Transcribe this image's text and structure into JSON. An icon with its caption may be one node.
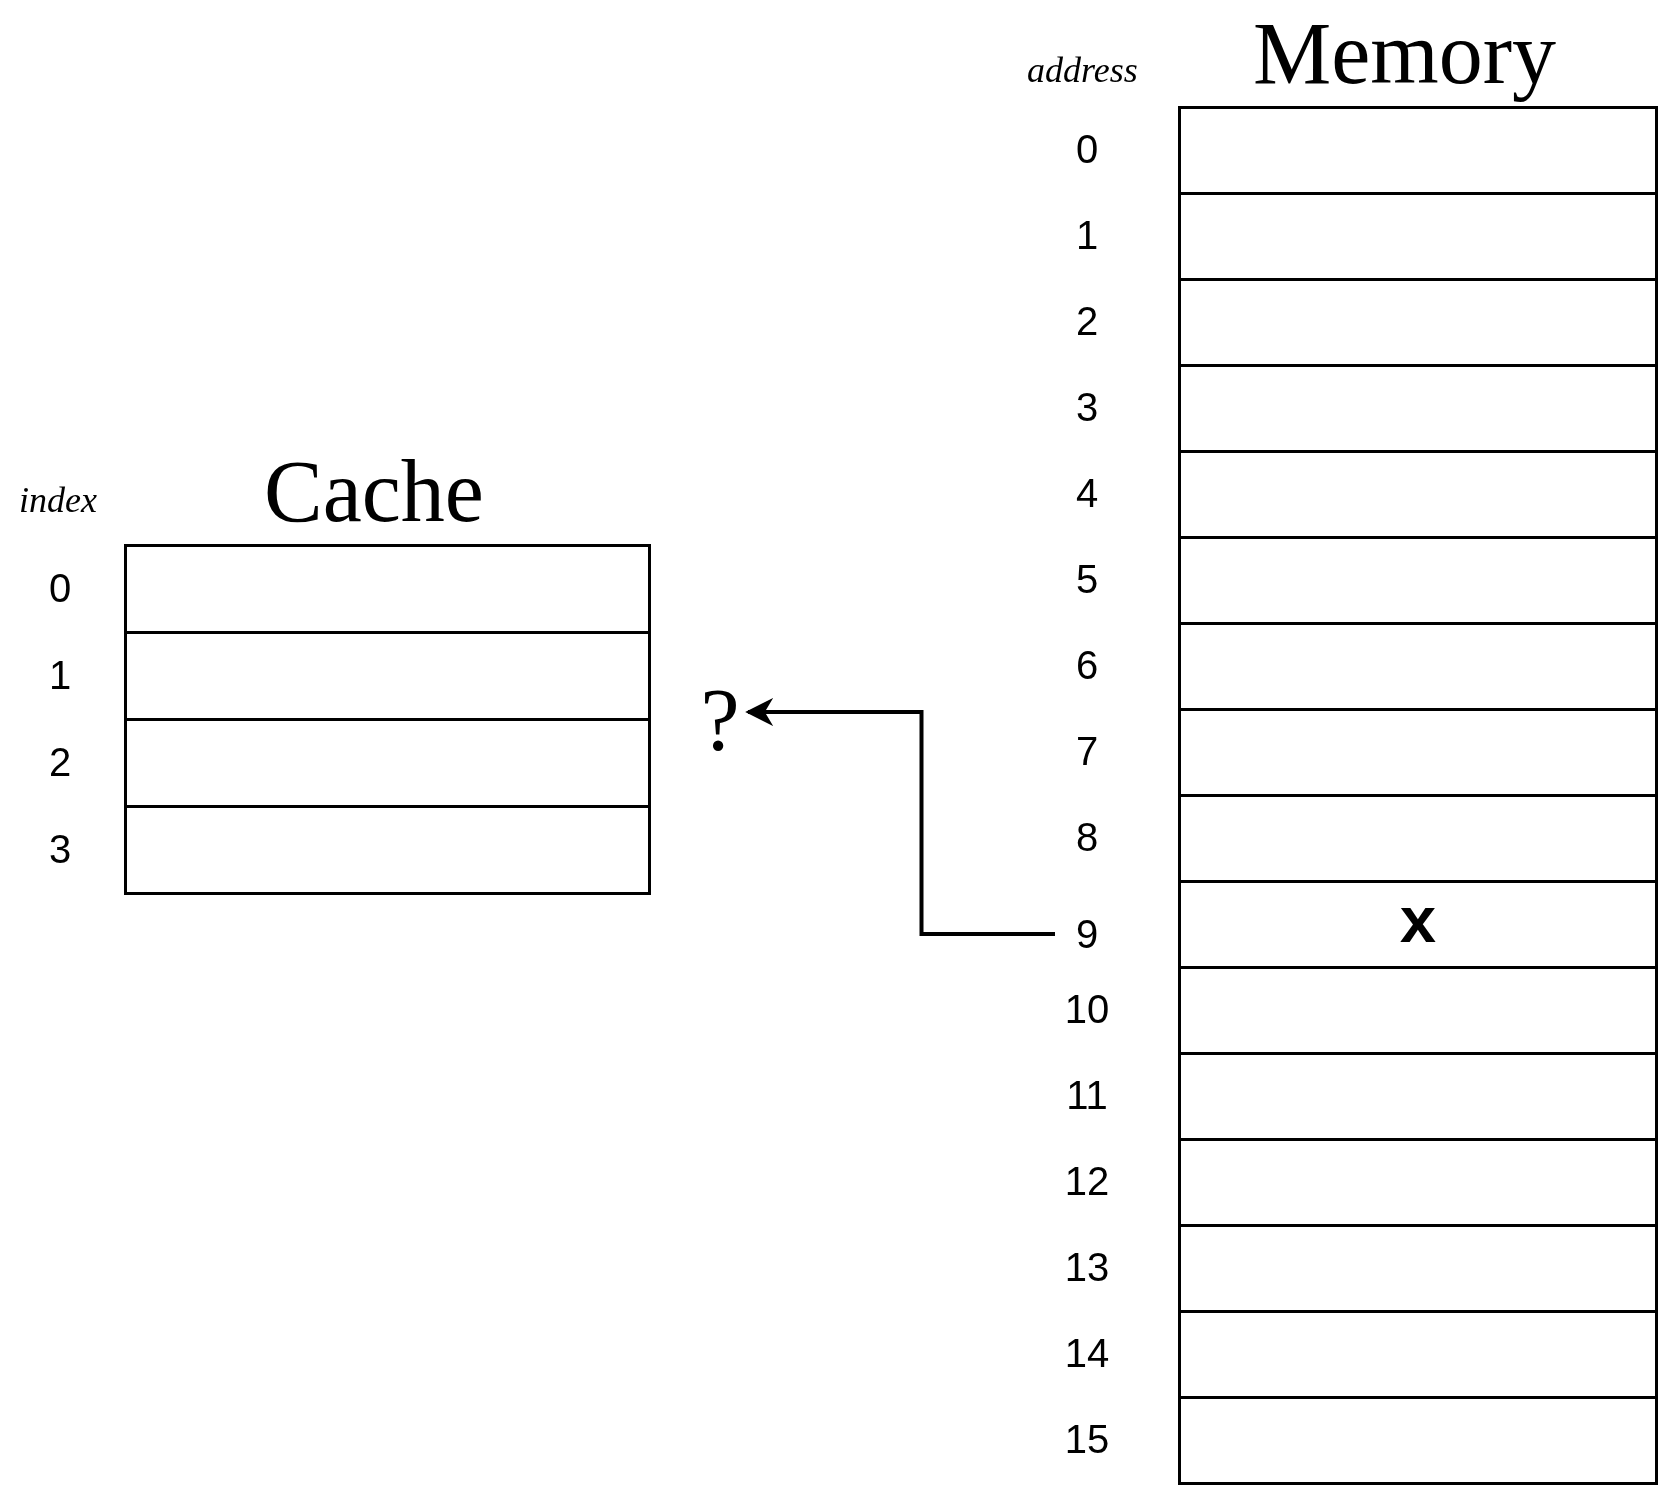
{
  "diagram": {
    "nodes": [
      {
        "text": [
          "Cache"
        ]
      },
      {
        "text": [],
        "shape": "box",
        "in": 0
      },
      {
        "text": [],
        "shape": "box",
        "in": 0
      },
      {
        "text": [],
        "shape": "box",
        "in": 0
      },
      {
        "text": [],
        "shape": "box",
        "in": 0
      },
      {
        "text": [
          "?"
        ]
      },
      {
        "text": [
          "Memory"
        ]
      },
      {
        "text": [],
        "shape": "box",
        "in": 6
      },
      {
        "text": [],
        "shape": "box",
        "in": 6
      },
      {
        "text": [],
        "shape": "box",
        "in": 6
      },
      {
        "text": [],
        "shape": "box",
        "in": 6
      },
      {
        "text": [],
        "shape": "box",
        "in": 6
      },
      {
        "text": [],
        "shape": "box",
        "in": 6
      },
      {
        "text": [],
        "shape": "box",
        "in": 6
      },
      {
        "text": [],
        "shape": "box",
        "in": 6
      },
      {
        "text": [],
        "shape": "box",
        "in": 6
      },
      {
        "text": [
          "x"
        ],
        "in": 6
      },
      {
        "text": [],
        "shape": "box",
        "in": 6
      },
      {
        "text": [],
        "shape": "box",
        "in": 6
      },
      {
        "text": [],
        "shape": "box",
        "in": 6
      },
      {
        "text": [],
        "shape": "box",
        "in": 6
      },
      {
        "text": [],
        "shape": "box",
        "in": 6
      },
      {
        "text": [],
        "shape": "box",
        "in": 6
      },
      {
        "text": [
          "9"
        ]
      }
    ],
    "edges": [
      {
        "from": 23,
        "to": 5,
        "arrow": "to"
      }
    ],
    "labels": [
      "address",
      "0",
      "1",
      "2",
      "3",
      "4",
      "5",
      "6",
      "7",
      "8",
      "index",
      "0",
      "1",
      "2",
      "3",
      "10",
      "11",
      "12",
      "13",
      "14",
      "15"
    ]
  }
}
